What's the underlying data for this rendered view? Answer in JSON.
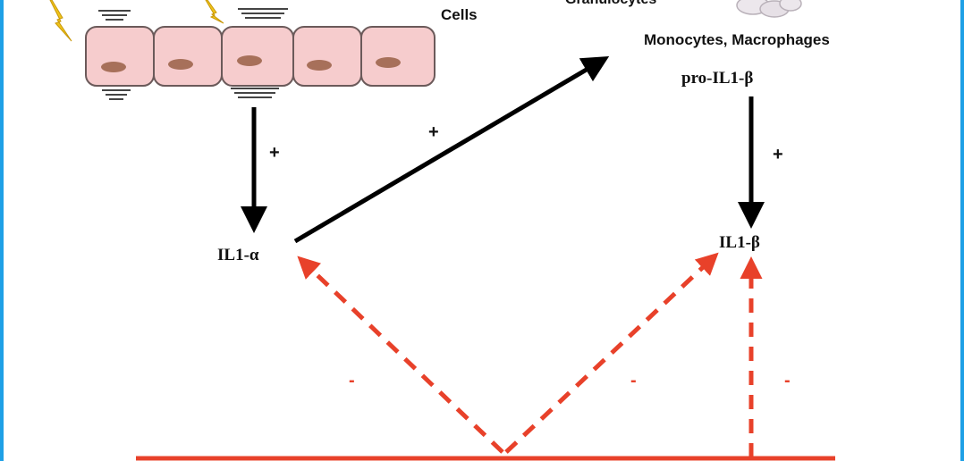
{
  "labels": {
    "cells": "Cells",
    "granulocytes": "Granulocytes",
    "monocytes": "Monocytes, Macrophages",
    "pro_il1b": "pro-IL1-β",
    "il1a": "IL1-α",
    "il1b": "IL1-β"
  },
  "signs": {
    "plus_cells": "+",
    "plus_diagonal": "+",
    "plus_pro": "+",
    "minus_left": "-",
    "minus_middle": "-",
    "minus_right": "-"
  },
  "colors": {
    "frame": "#1ea0e6",
    "cell_fill": "#f6cccd",
    "cell_stroke": "#6b5a5a",
    "nucleus": "#a7705a",
    "activation_arrow": "#000000",
    "inhibition_arrow": "#e8412a",
    "lightning": "#f0c419"
  },
  "icons": [
    "lightning-bolt-icon",
    "cell-strip-icon",
    "macrophage-cluster-icon"
  ]
}
